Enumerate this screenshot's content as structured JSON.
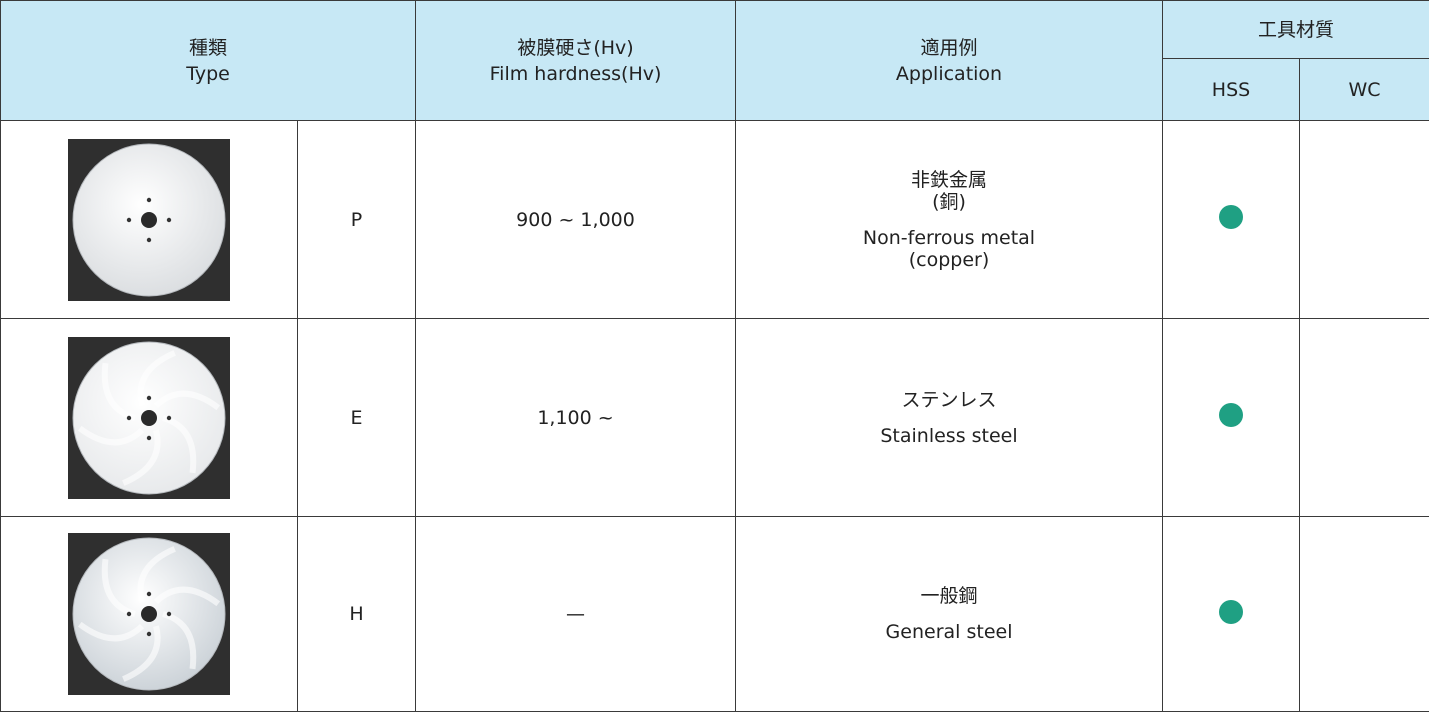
{
  "header": {
    "type": {
      "ja": "種類",
      "en": "Type"
    },
    "hardness": {
      "ja": "被膜硬さ(Hv)",
      "en": "Film hardness(Hv)"
    },
    "application": {
      "ja": "適用例",
      "en": "Application"
    },
    "tool_material": {
      "label": "工具材質",
      "hss": "HSS",
      "wc": "WC"
    }
  },
  "rows": [
    {
      "code": "P",
      "hardness": "900 ~ 1,000",
      "app_ja_1": "非鉄金属",
      "app_ja_2": "(銅)",
      "app_en_1": "Non-ferrous metal",
      "app_en_2": "(copper)",
      "hss": true,
      "wc": false,
      "image_icon": "circular-saw-blade-icon"
    },
    {
      "code": "E",
      "hardness": "1,100 ~",
      "app_ja_1": "ステンレス",
      "app_en_1": "Stainless steel",
      "hss": true,
      "wc": false,
      "image_icon": "circular-saw-blade-icon"
    },
    {
      "code": "H",
      "hardness": "—",
      "app_ja_1": "一般鋼",
      "app_en_1": "General steel",
      "hss": true,
      "wc": false,
      "image_icon": "circular-saw-blade-icon"
    }
  ],
  "colors": {
    "header_bg": "#c7e8f5",
    "dot": "#1fa083",
    "blade_p": "#d9dcdf",
    "blade_e": "#e6e8ea",
    "blade_h": "#c9d0d6"
  }
}
